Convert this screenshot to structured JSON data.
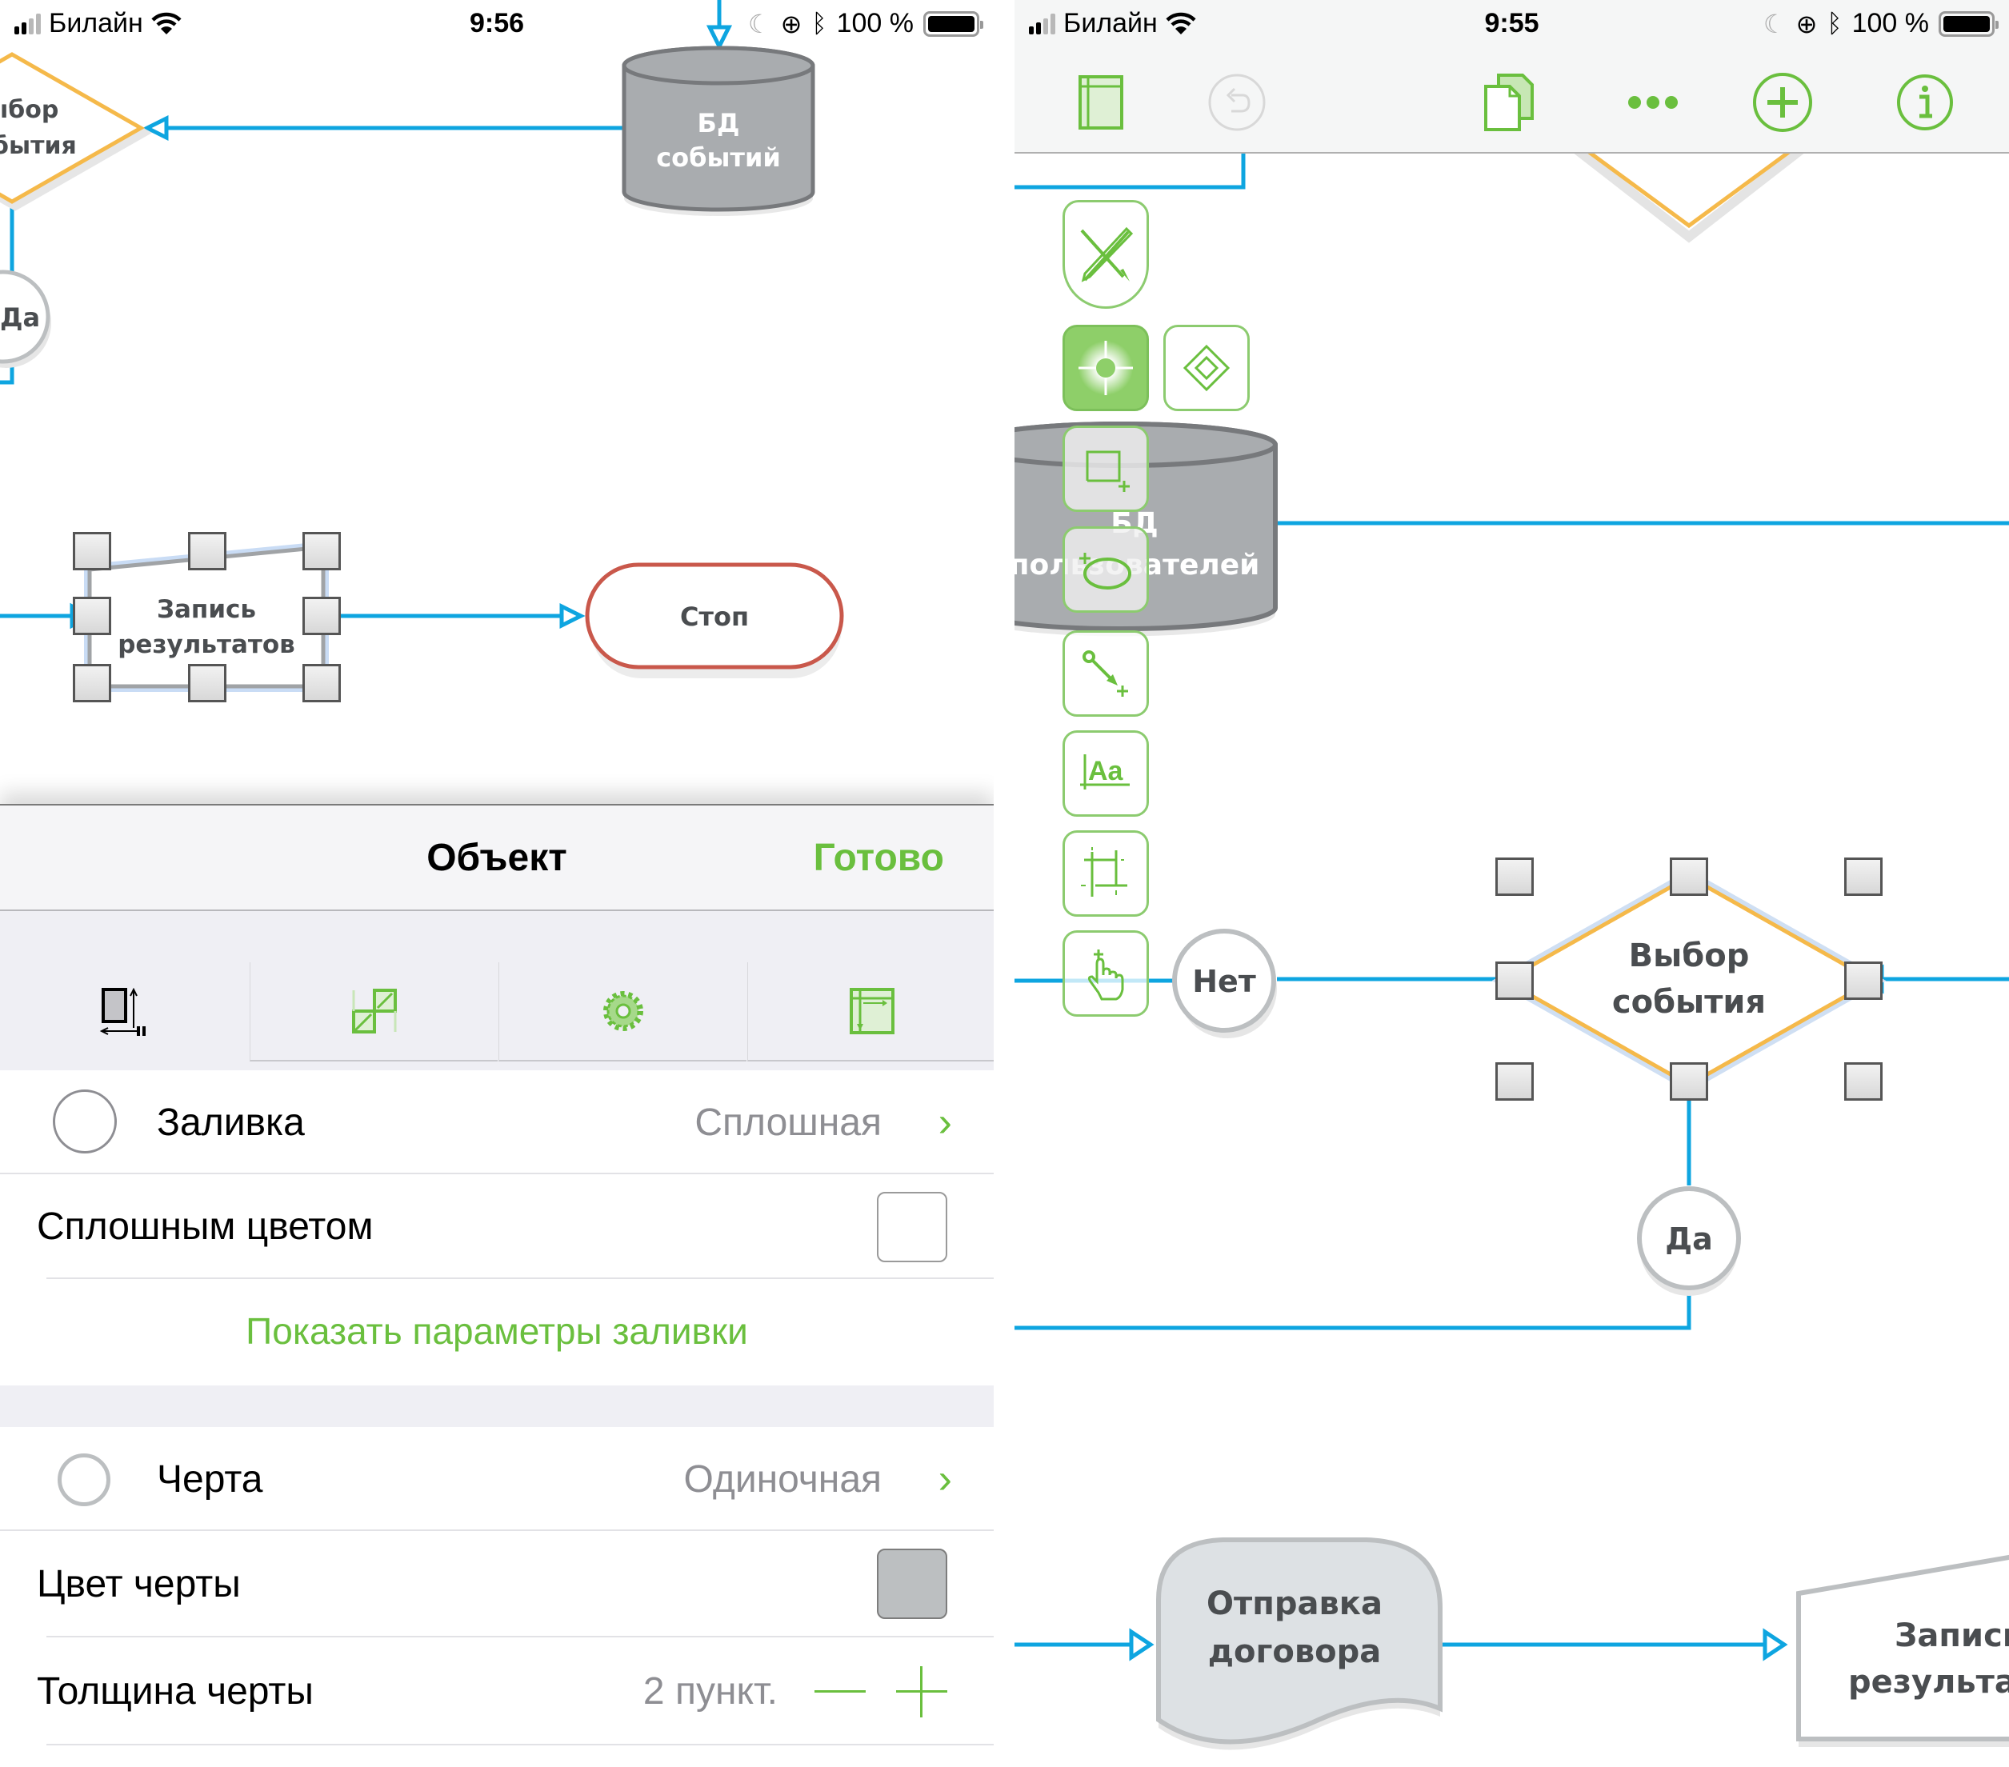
{
  "left_screen": {
    "status": {
      "carrier": "Билайн",
      "time": "9:56",
      "battery": "100 %"
    },
    "shapes": {
      "decision_partial": "Выбор события",
      "decision_line1": "ıбор",
      "decision_line2": "бытия",
      "db_events_line1": "БД",
      "db_events_line2": "событий",
      "yes_connector": "Да",
      "record_line1": "Запись",
      "record_line2": "результатов",
      "stop": "Стоп"
    },
    "inspector": {
      "title": "Объект",
      "done": "Готово",
      "tabs": [
        {
          "name": "geometry",
          "icon": "geometry-icon",
          "active": true
        },
        {
          "name": "fill-style",
          "icon": "checker-fill-icon",
          "active": false
        },
        {
          "name": "properties",
          "icon": "gear-icon",
          "active": false
        },
        {
          "name": "canvas",
          "icon": "canvas-layout-icon",
          "active": false
        }
      ],
      "fill": {
        "label": "Заливка",
        "value": "Сплошная"
      },
      "solid_color": {
        "label": "Сплошным цветом",
        "color": "#ffffff"
      },
      "show_fill_options": "Показать параметры заливки",
      "stroke": {
        "label": "Черта",
        "value": "Одиночная"
      },
      "stroke_color": {
        "label": "Цвет черты",
        "color": "#bcbfc1"
      },
      "stroke_width": {
        "label": "Толщина черты",
        "value": "2 пункт."
      }
    }
  },
  "right_screen": {
    "status": {
      "carrier": "Билайн",
      "time": "9:55",
      "battery": "100 %"
    },
    "toolbar": [
      {
        "name": "sidebar-toggle",
        "icon": "sidebar-icon"
      },
      {
        "name": "undo",
        "icon": "undo-icon",
        "enabled": false
      },
      {
        "name": "documents",
        "icon": "documents-icon"
      },
      {
        "name": "more",
        "icon": "more-icon"
      },
      {
        "name": "add",
        "icon": "plus-circle-icon"
      },
      {
        "name": "info",
        "icon": "info-icon"
      }
    ],
    "tools": [
      {
        "name": "drawing-tools",
        "icon": "pencil-ruler-icon"
      },
      {
        "name": "selection",
        "icon": "target-select-icon",
        "active": true
      },
      {
        "name": "point-editor",
        "icon": "diamond-point-icon"
      },
      {
        "name": "shape",
        "icon": "rectangle-add-icon"
      },
      {
        "name": "freehand",
        "icon": "lasso-add-icon"
      },
      {
        "name": "line",
        "icon": "line-add-icon"
      },
      {
        "name": "text",
        "icon": "text-add-icon"
      },
      {
        "name": "diagram",
        "icon": "grid-crop-icon"
      },
      {
        "name": "hand",
        "icon": "hand-add-icon"
      }
    ],
    "shapes": {
      "db_users_line1": "БД",
      "db_users_line2": "пользователей",
      "no_connector": "Нет",
      "decision_line1": "Выбор",
      "decision_line2": "события",
      "yes_connector": "Да",
      "send_line1": "Отправка",
      "send_line2": "договора",
      "record_line1": "Запись",
      "record_line2": "результатов"
    }
  },
  "colors": {
    "accent_green": "#6abf3e",
    "connector_blue": "#0ea5e0",
    "decision_orange": "#f5b94a",
    "stop_red": "#c9584b",
    "db_gray": "#a9acaf"
  }
}
